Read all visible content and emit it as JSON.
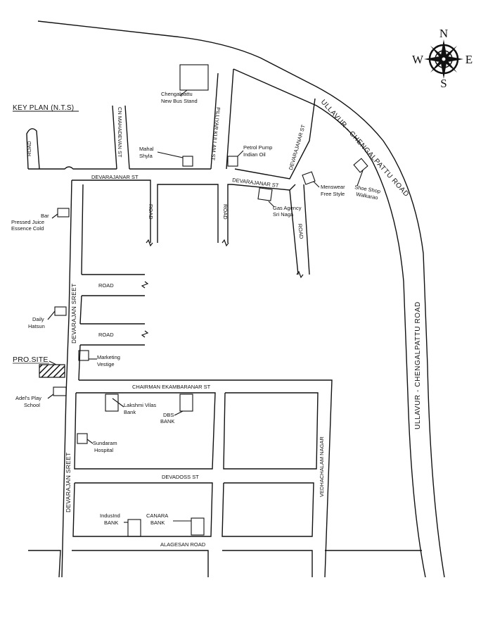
{
  "title": "KEY PLAN (N.T.S)",
  "compass": {
    "n": "N",
    "s": "S",
    "e": "E",
    "w": "W"
  },
  "roads": {
    "road_top_left": "ROAD",
    "cn_mahadevan": "CN MAHADEVAN ST",
    "pilliyar_kullam": "PILLIYAR KULLAM ST",
    "devarajanar_left": "DEVARAJANAR ST",
    "devarajanar_right": "DEVARAJANAR ST",
    "devarajanar_diag": "DEVARAJANAR ST",
    "ullavur_top": "ULLAVUR - CHENGALPATTU ROAD",
    "ullavur_right": "ULLAVUR - CHENGALPATTU ROAD",
    "road_v1": "ROAD",
    "road_v2": "ROAD",
    "road_v3": "ROAD",
    "road_h1": "ROAD",
    "road_h2": "ROAD",
    "devarajan_sreet_upper": "DEVARAJAN SREET",
    "devarajan_sreet_lower": "DEVARAJAN SREET",
    "chairman": "CHAIRMAN EKAMBARANAR ST",
    "devadoss": "DEVADOSS ST",
    "alagesan": "ALAGESAN ROAD",
    "vedhachalam": "VEDHACHALAM NAGAR"
  },
  "landmarks": {
    "bus_stand_1": "Chengalpattu",
    "bus_stand_2": "New Bus Stand",
    "mahal_1": "Mahal",
    "mahal_2": "Shyla",
    "petrol_1": "Petrol Pump",
    "petrol_2": "Indian Oil",
    "menswear_1": "Menswear",
    "menswear_2": "Free Style",
    "shoe_1": "Shoe Shop",
    "shoe_2": "Walkarao",
    "gas_1": "Gas Agency",
    "gas_2": "Sri Naga",
    "bar_1": "Bar",
    "bar_2": "Pressed Juice",
    "bar_3": "Essence Cold",
    "daily_1": "Daily",
    "daily_2": "Hatsun",
    "marketing_1": "Marketing",
    "marketing_2": "Vestige",
    "adels_1": "Adel's Play",
    "adels_2": "School",
    "lakshmi_1": "Lakshmi Vilas",
    "lakshmi_2": "Bank",
    "dbs_1": "DBS",
    "dbs_2": "BANK",
    "sundaram_1": "Sundaram",
    "sundaram_2": "Hospital",
    "indusind_1": "IndusInd",
    "indusind_2": "BANK",
    "canara_1": "CANARA",
    "canara_2": "BANK"
  },
  "pro_site": "PRO.SITE"
}
